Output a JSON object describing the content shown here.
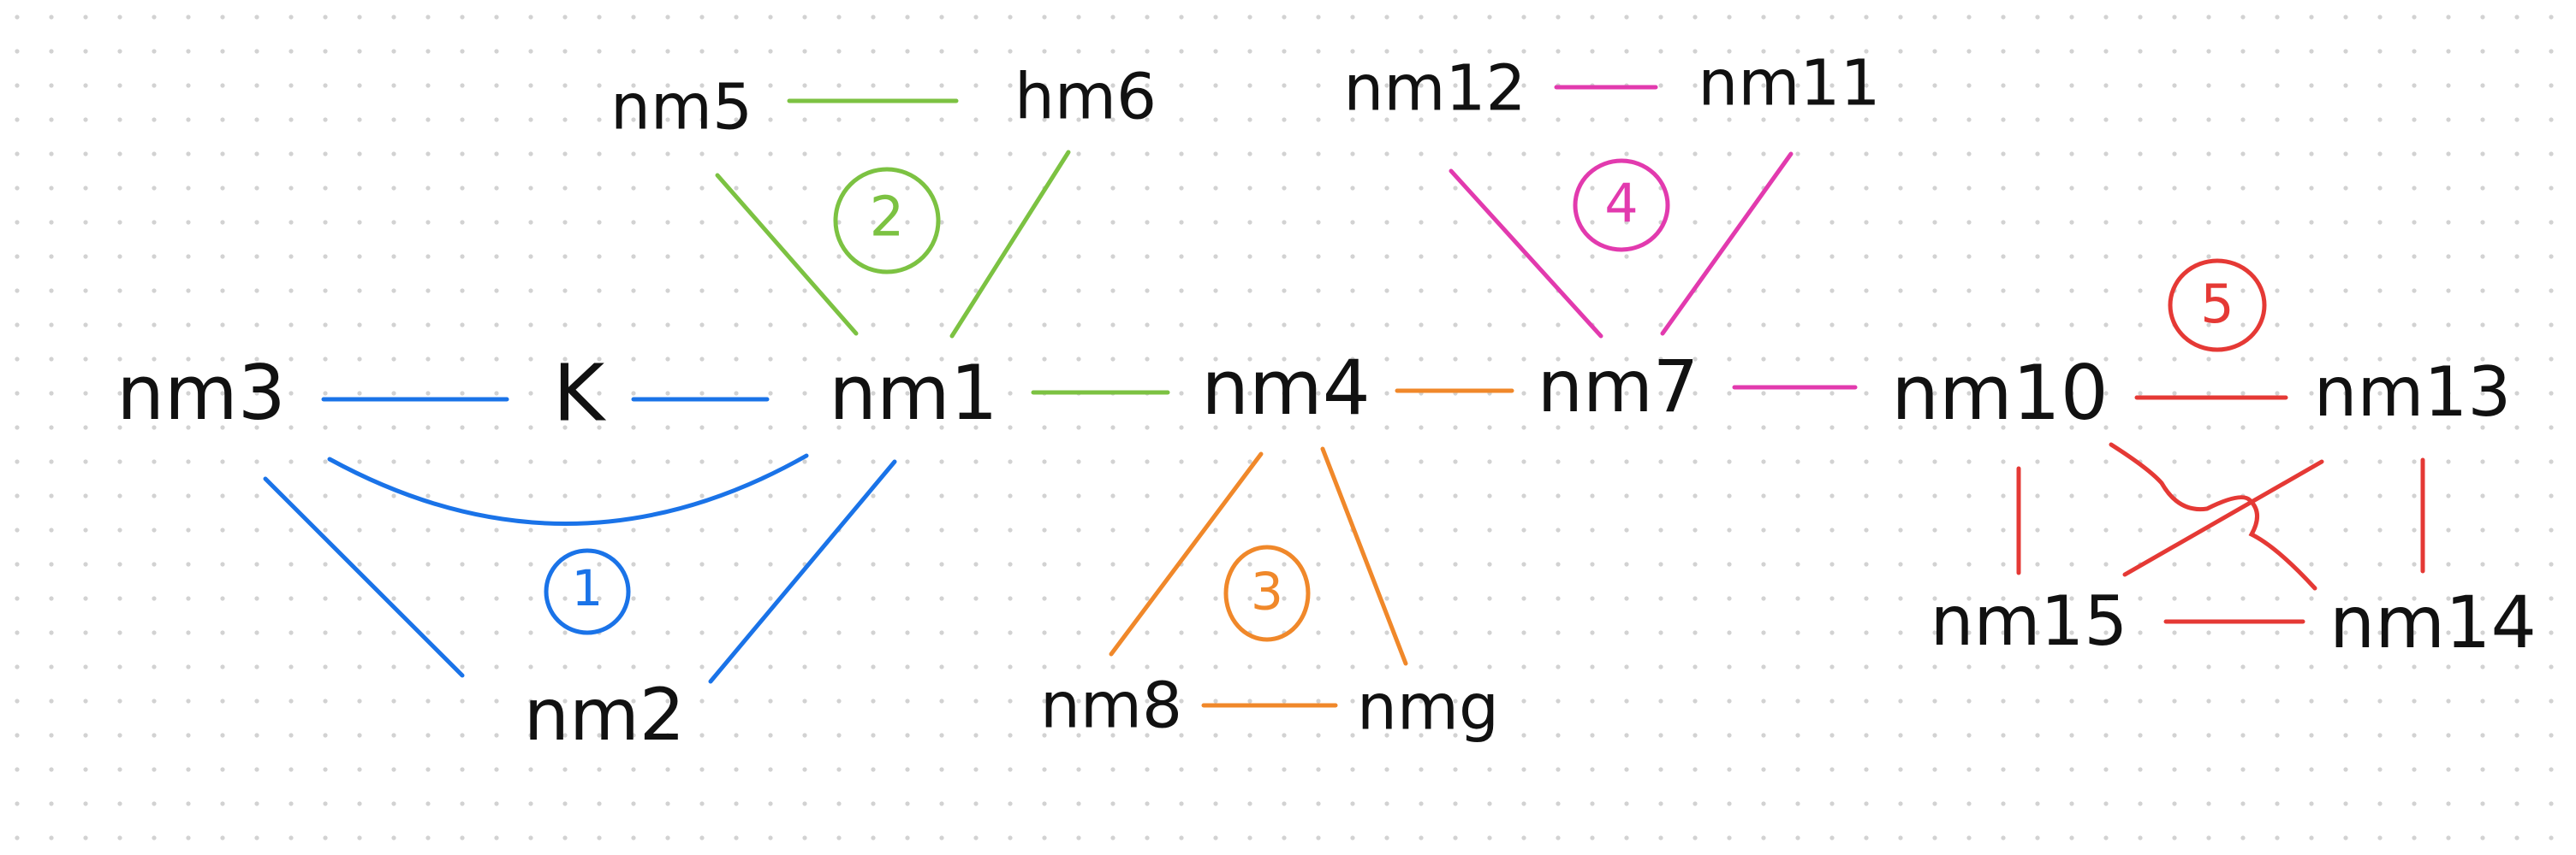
{
  "colors": {
    "blue": "#1a73e8",
    "green": "#7cc242",
    "orange": "#f0882a",
    "magenta": "#e23aae",
    "red": "#e53935",
    "text": "#111111",
    "dot": "#d2d2d2"
  },
  "nodes": {
    "nm3": "nm3",
    "k": "K",
    "nm1": "nm1",
    "nm2": "nm2",
    "nm5": "nm5",
    "nm6": "hm6",
    "nm4": "nm4",
    "nm8": "nm8",
    "nm9": "nmg",
    "nm7": "nm7",
    "nm12": "nm12",
    "nm11": "nm11",
    "nm10": "nm10",
    "nm13": "nm13",
    "nm15": "nm15",
    "nm14": "nm14"
  },
  "groups": {
    "g1": "1",
    "g2": "2",
    "g3": "3",
    "g4": "4",
    "g5": "5"
  }
}
